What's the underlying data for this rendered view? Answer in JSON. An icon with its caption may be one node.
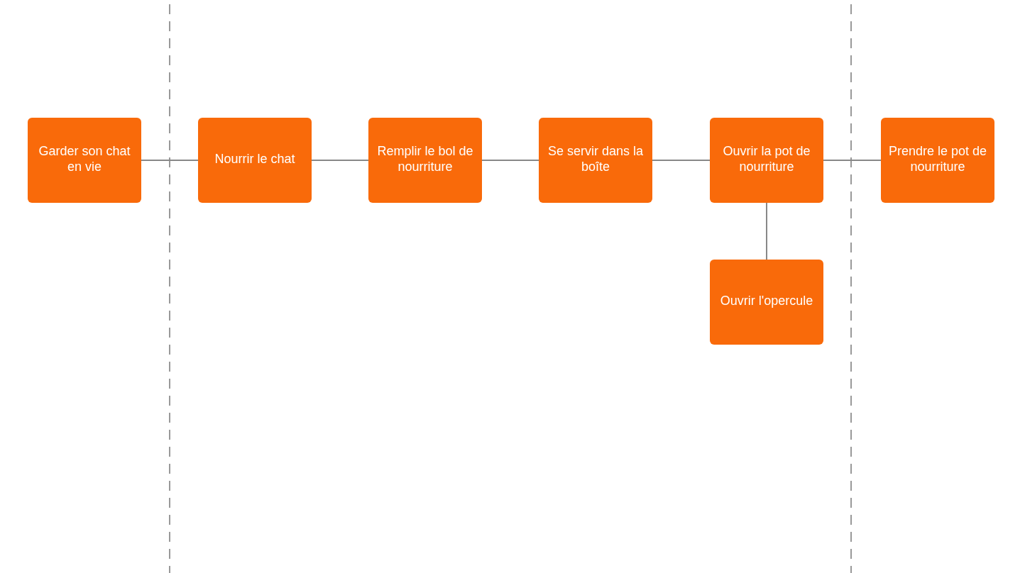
{
  "diagram": {
    "nodes": [
      {
        "text": [
          "Garder son chat en vie"
        ]
      },
      {
        "text": [
          "Nourrir le chat"
        ]
      },
      {
        "text": [
          "Remplir le bol de nourriture"
        ]
      },
      {
        "text": [
          "Se servir dans la boîte"
        ]
      },
      {
        "text": [
          "Ouvrir la pot de nourriture"
        ]
      },
      {
        "text": [
          "Prendre le pot de nourriture"
        ]
      },
      {
        "text": [
          "Ouvrir l'opercule"
        ]
      }
    ],
    "edges": [
      {
        "from": 0,
        "to": 1,
        "arrow": "none"
      },
      {
        "from": 1,
        "to": 2,
        "arrow": "none"
      },
      {
        "from": 2,
        "to": 3,
        "arrow": "none"
      },
      {
        "from": 3,
        "to": 4,
        "arrow": "none"
      },
      {
        "from": 4,
        "to": 5,
        "arrow": "none"
      },
      {
        "from": 4,
        "to": 6,
        "arrow": "none"
      }
    ]
  }
}
